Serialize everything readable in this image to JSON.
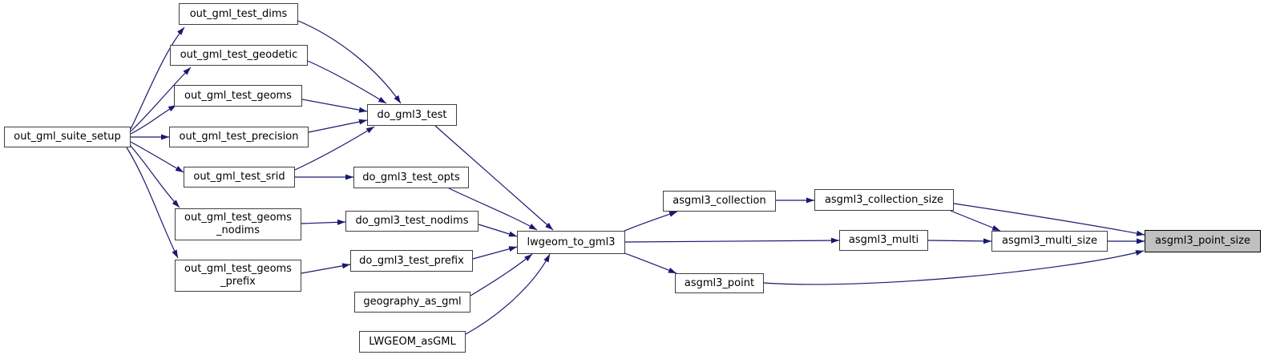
{
  "graph": {
    "title": "call graph for asgml3_point_size",
    "type": "call-graph",
    "colors": {
      "edge": "#191970",
      "node_border": "#404040",
      "node_fill": "#ffffff",
      "highlight_fill": "#c0c0c0",
      "highlight_border": "#000000",
      "text": "#000000",
      "background": "#ffffff"
    },
    "nodes": [
      {
        "id": "out_gml_suite_setup",
        "label": "out_gml_suite_setup",
        "highlighted": false
      },
      {
        "id": "out_gml_test_dims",
        "label": "out_gml_test_dims",
        "highlighted": false
      },
      {
        "id": "out_gml_test_geodetic",
        "label": "out_gml_test_geodetic",
        "highlighted": false
      },
      {
        "id": "out_gml_test_geoms",
        "label": "out_gml_test_geoms",
        "highlighted": false
      },
      {
        "id": "out_gml_test_precision",
        "label": "out_gml_test_precision",
        "highlighted": false
      },
      {
        "id": "out_gml_test_srid",
        "label": "out_gml_test_srid",
        "highlighted": false
      },
      {
        "id": "out_gml_test_geoms_nodims",
        "label": "out_gml_test_geoms\n_nodims",
        "highlighted": false
      },
      {
        "id": "out_gml_test_geoms_prefix",
        "label": "out_gml_test_geoms\n_prefix",
        "highlighted": false
      },
      {
        "id": "do_gml3_test",
        "label": "do_gml3_test",
        "highlighted": false
      },
      {
        "id": "do_gml3_test_opts",
        "label": "do_gml3_test_opts",
        "highlighted": false
      },
      {
        "id": "do_gml3_test_nodims",
        "label": "do_gml3_test_nodims",
        "highlighted": false
      },
      {
        "id": "do_gml3_test_prefix",
        "label": "do_gml3_test_prefix",
        "highlighted": false
      },
      {
        "id": "geography_as_gml",
        "label": "geography_as_gml",
        "highlighted": false
      },
      {
        "id": "LWGEOM_asGML",
        "label": "LWGEOM_asGML",
        "highlighted": false
      },
      {
        "id": "lwgeom_to_gml3",
        "label": "lwgeom_to_gml3",
        "highlighted": false
      },
      {
        "id": "asgml3_collection",
        "label": "asgml3_collection",
        "highlighted": false
      },
      {
        "id": "asgml3_collection_size",
        "label": "asgml3_collection_size",
        "highlighted": false
      },
      {
        "id": "asgml3_multi",
        "label": "asgml3_multi",
        "highlighted": false
      },
      {
        "id": "asgml3_point",
        "label": "asgml3_point",
        "highlighted": false
      },
      {
        "id": "asgml3_multi_size",
        "label": "asgml3_multi_size",
        "highlighted": false
      },
      {
        "id": "asgml3_point_size",
        "label": "asgml3_point_size",
        "highlighted": true
      }
    ],
    "edges": [
      {
        "from": "out_gml_suite_setup",
        "to": "out_gml_test_dims"
      },
      {
        "from": "out_gml_suite_setup",
        "to": "out_gml_test_geodetic"
      },
      {
        "from": "out_gml_suite_setup",
        "to": "out_gml_test_geoms"
      },
      {
        "from": "out_gml_suite_setup",
        "to": "out_gml_test_precision"
      },
      {
        "from": "out_gml_suite_setup",
        "to": "out_gml_test_srid"
      },
      {
        "from": "out_gml_suite_setup",
        "to": "out_gml_test_geoms_nodims"
      },
      {
        "from": "out_gml_suite_setup",
        "to": "out_gml_test_geoms_prefix"
      },
      {
        "from": "out_gml_test_dims",
        "to": "do_gml3_test"
      },
      {
        "from": "out_gml_test_geodetic",
        "to": "do_gml3_test"
      },
      {
        "from": "out_gml_test_geoms",
        "to": "do_gml3_test"
      },
      {
        "from": "out_gml_test_precision",
        "to": "do_gml3_test"
      },
      {
        "from": "out_gml_test_srid",
        "to": "do_gml3_test"
      },
      {
        "from": "out_gml_test_srid",
        "to": "do_gml3_test_opts"
      },
      {
        "from": "out_gml_test_geoms_nodims",
        "to": "do_gml3_test_nodims"
      },
      {
        "from": "out_gml_test_geoms_prefix",
        "to": "do_gml3_test_prefix"
      },
      {
        "from": "do_gml3_test",
        "to": "lwgeom_to_gml3"
      },
      {
        "from": "do_gml3_test_opts",
        "to": "lwgeom_to_gml3"
      },
      {
        "from": "do_gml3_test_nodims",
        "to": "lwgeom_to_gml3"
      },
      {
        "from": "do_gml3_test_prefix",
        "to": "lwgeom_to_gml3"
      },
      {
        "from": "geography_as_gml",
        "to": "lwgeom_to_gml3"
      },
      {
        "from": "LWGEOM_asGML",
        "to": "lwgeom_to_gml3"
      },
      {
        "from": "lwgeom_to_gml3",
        "to": "asgml3_collection"
      },
      {
        "from": "lwgeom_to_gml3",
        "to": "asgml3_multi"
      },
      {
        "from": "lwgeom_to_gml3",
        "to": "asgml3_point"
      },
      {
        "from": "asgml3_collection",
        "to": "asgml3_collection_size"
      },
      {
        "from": "asgml3_collection_size",
        "to": "asgml3_point_size"
      },
      {
        "from": "asgml3_collection_size",
        "to": "asgml3_multi_size"
      },
      {
        "from": "asgml3_multi",
        "to": "asgml3_multi_size"
      },
      {
        "from": "asgml3_multi_size",
        "to": "asgml3_point_size"
      },
      {
        "from": "asgml3_point",
        "to": "asgml3_point_size"
      }
    ]
  }
}
